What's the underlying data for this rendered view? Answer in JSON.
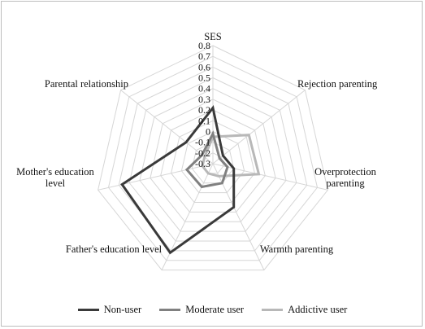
{
  "chart_data": {
    "type": "radar",
    "axes": [
      "SES",
      "Rejection parenting",
      "Overprotection parenting",
      "Warmth parenting",
      "Father's education level",
      "Mother's education level",
      "Parental relationship"
    ],
    "axis_label_lines": [
      [
        "SES"
      ],
      [
        "Rejection parenting"
      ],
      [
        "Overprotection",
        "parenting"
      ],
      [
        "Warmth parenting"
      ],
      [
        "Father's education level"
      ],
      [
        "Mother's education",
        "level"
      ],
      [
        "Parental relationship"
      ]
    ],
    "ticks": [
      "0.8",
      "0.7",
      "0.6",
      "0.5",
      "0.4",
      "0.3",
      "0.2",
      "0.1",
      "0",
      "-0.1",
      "-0.2",
      "-0.3"
    ],
    "rlim": [
      -0.3,
      0.8
    ],
    "grid": true,
    "legend_position": "bottom",
    "series": [
      {
        "name": "Non-user",
        "color": "#3a3a3a",
        "values": [
          0.22,
          -0.18,
          -0.1,
          0.15,
          0.62,
          0.57,
          0.02
        ]
      },
      {
        "name": "Moderate user",
        "color": "#808080",
        "values": [
          -0.02,
          -0.22,
          -0.16,
          -0.1,
          -0.06,
          -0.05,
          -0.17
        ]
      },
      {
        "name": "Addictive user",
        "color": "#b8b8b8",
        "values": [
          -0.05,
          0.13,
          0.14,
          -0.17,
          -0.2,
          -0.2,
          -0.2
        ]
      }
    ]
  }
}
